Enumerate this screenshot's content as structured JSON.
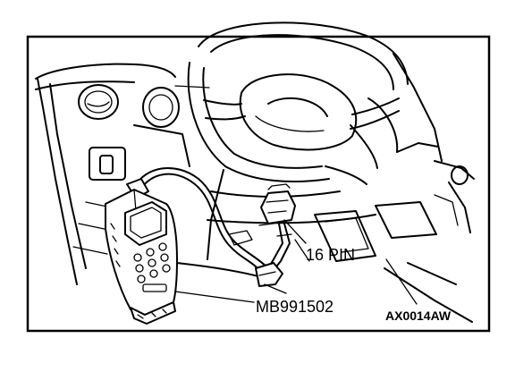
{
  "labels": {
    "connector": "16 PIN",
    "tool_part_number": "MB991502",
    "figure_code": "AX0014AW"
  },
  "colors": {
    "line": "#000000",
    "background": "#ffffff"
  }
}
